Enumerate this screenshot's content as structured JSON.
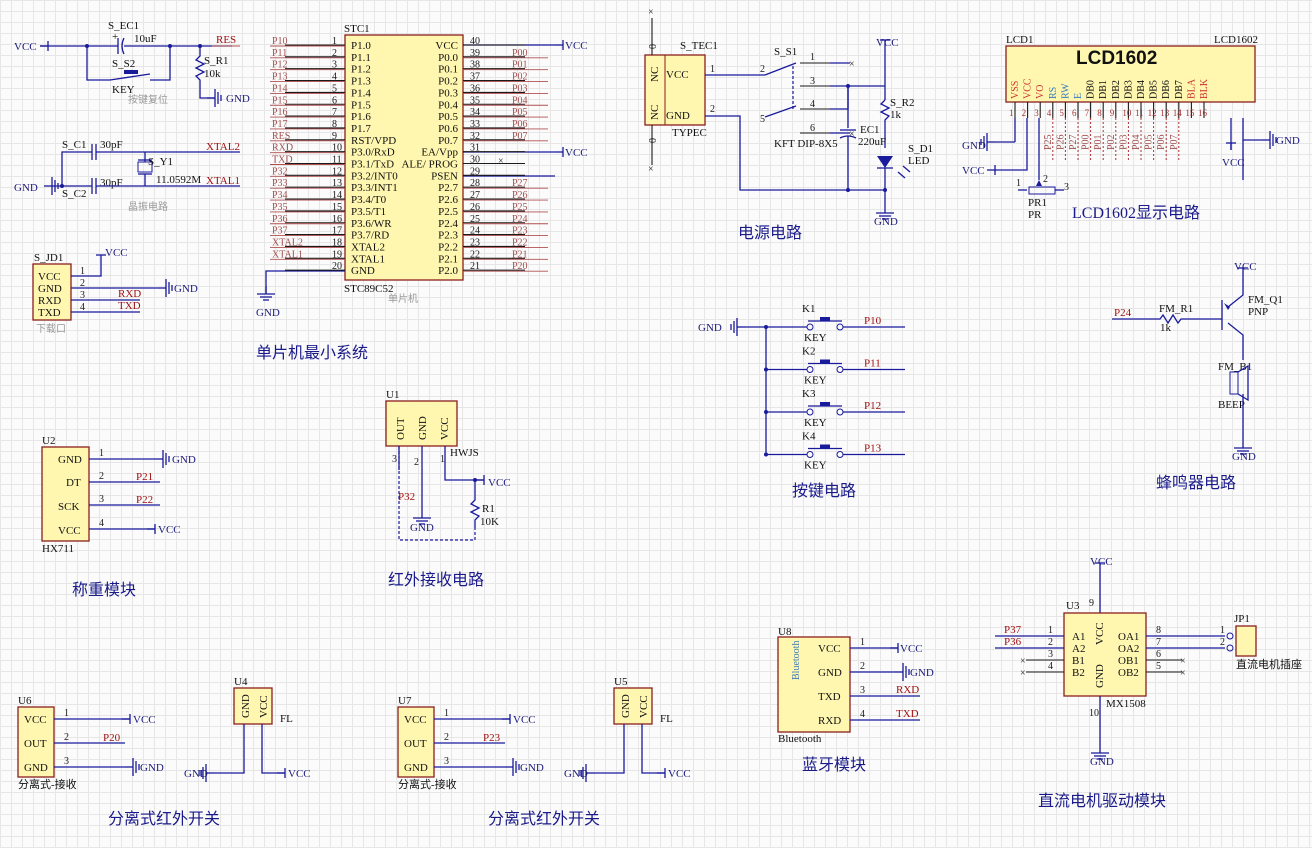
{
  "net": {
    "vcc": "VCC",
    "gnd": "GND",
    "res": "RES",
    "rxd": "RXD",
    "txd": "TXD",
    "xtal1": "XTAL1",
    "xtal2": "XTAL2",
    "p10": "P10",
    "p11": "P11",
    "p12": "P12",
    "p13": "P13",
    "p20": "P20",
    "p21": "P21",
    "p22": "P22",
    "p23": "P23",
    "p24": "P24",
    "p25": "P25",
    "p32": "P32",
    "p36": "P36",
    "p37": "P37"
  },
  "reset": {
    "cap_ref": "S_EC1",
    "cap_val": "10uF",
    "sw_ref": "S_S2",
    "sw_val": "KEY",
    "res_ref": "S_R1",
    "res_val": "10k",
    "caption": "按键复位"
  },
  "crystal": {
    "c1_ref": "S_C1",
    "c1_val": "30pF",
    "c2_ref": "S_C2",
    "c2_val": "30pF",
    "y_ref": "S_Y1",
    "y_val": "11.0592M",
    "caption": "晶振电路"
  },
  "download": {
    "ref": "S_JD1",
    "pins": [
      "VCC",
      "GND",
      "RXD",
      "TXD"
    ],
    "caption": "下载口"
  },
  "mcu": {
    "ref": "STC1",
    "part": "STC89C52",
    "caption": "单片机",
    "section": "单片机最小系统",
    "left_pins": [
      "P1.0",
      "P1.1",
      "P1.2",
      "P1.3",
      "P1.4",
      "P1.5",
      "P1.6",
      "P1.7",
      "RST/VPD",
      "P3.0/RxD",
      "P3.1/TxD",
      "P3.2/INT0",
      "P3.3/INT1",
      "P3.4/T0",
      "P3.5/T1",
      "P3.6/WR",
      "P3.7/RD",
      "XTAL2",
      "XTAL1",
      "GND"
    ],
    "left_nums": [
      "1",
      "2",
      "3",
      "4",
      "5",
      "6",
      "7",
      "8",
      "9",
      "10",
      "11",
      "12",
      "13",
      "14",
      "15",
      "16",
      "17",
      "18",
      "19",
      "20"
    ],
    "right_pins": [
      "VCC",
      "P0.0",
      "P0.1",
      "P0.2",
      "P0.3",
      "P0.4",
      "P0.5",
      "P0.6",
      "P0.7",
      "EA/Vpp",
      "ALE/ PROG",
      "PSEN",
      "P2.7",
      "P2.6",
      "P2.5",
      "P2.4",
      "P2.3",
      "P2.2",
      "P2.1",
      "P2.0"
    ],
    "right_nums": [
      "40",
      "39",
      "38",
      "37",
      "36",
      "35",
      "34",
      "33",
      "32",
      "31",
      "30",
      "29",
      "28",
      "27",
      "26",
      "25",
      "24",
      "23",
      "22",
      "21"
    ],
    "left_nets": [
      "P10",
      "P11",
      "P12",
      "P13",
      "P14",
      "P15",
      "P16",
      "P17",
      "RES",
      "RXD",
      "TXD",
      "P32",
      "P33",
      "P34",
      "P35",
      "P36",
      "P37",
      "XTAL2",
      "XTAL1",
      ""
    ],
    "right_nets": [
      "",
      "P00",
      "P01",
      "P02",
      "P03",
      "P04",
      "P05",
      "P06",
      "P07",
      "",
      "",
      "",
      "P27",
      "P26",
      "P25",
      "P24",
      "P23",
      "P22",
      "P21",
      "P20"
    ]
  },
  "power": {
    "conn_ref": "S_TEC1",
    "conn_part": "TYPEC",
    "conn_pins": [
      "VCC",
      "GND"
    ],
    "nc": "NC",
    "zero": "0",
    "sw_ref": "S_S1",
    "sw_part": "KFT DIP-8X5",
    "sw_nums": [
      "1",
      "2",
      "3",
      "4",
      "5",
      "6"
    ],
    "pin_nums": [
      "1",
      "2"
    ],
    "cap_ref": "EC1",
    "cap_val": "220uF",
    "res_ref": "S_R2",
    "res_val": "1k",
    "led_ref": "S_D1",
    "led_val": "LED",
    "caption": "电源电路"
  },
  "lcd": {
    "ref": "LCD1",
    "part": "LCD1602",
    "title": "LCD1602",
    "pins": [
      "VSS",
      "VCC",
      "VO",
      "RS",
      "RW",
      "E",
      "DB0",
      "DB1",
      "DB2",
      "DB3",
      "DB4",
      "DB5",
      "DB6",
      "DB7",
      "BLA",
      "BLK"
    ],
    "nums": [
      "1",
      "2",
      "3",
      "4",
      "5",
      "6",
      "7",
      "8",
      "9",
      "10",
      "11",
      "12",
      "13",
      "14",
      "15",
      "16"
    ],
    "nets": [
      "",
      "",
      "",
      "P25",
      "P26",
      "P27",
      "P00",
      "P01",
      "P02",
      "P03",
      "P04",
      "P05",
      "P06",
      "P07",
      "",
      ""
    ],
    "pot_ref": "PR1",
    "pot_val": "PR",
    "pot_nums": [
      "1",
      "2",
      "3"
    ],
    "caption": "LCD1602显示电路"
  },
  "keys": {
    "items": [
      {
        "ref": "K1",
        "val": "KEY",
        "net": "P10"
      },
      {
        "ref": "K2",
        "val": "KEY",
        "net": "P11"
      },
      {
        "ref": "K3",
        "val": "KEY",
        "net": "P12"
      },
      {
        "ref": "K4",
        "val": "KEY",
        "net": "P13"
      }
    ],
    "caption": "按键电路"
  },
  "buzzer": {
    "q_ref": "FM_Q1",
    "q_val": "PNP",
    "r_ref": "FM_R1",
    "r_val": "1k",
    "b_ref": "FM_B1",
    "b_val": "BEEP",
    "caption": "蜂鸣器电路"
  },
  "hx711": {
    "ref": "U2",
    "part": "HX711",
    "pins": [
      "GND",
      "DT",
      "SCK",
      "VCC"
    ],
    "nums": [
      "1",
      "2",
      "3",
      "4"
    ],
    "caption": "称重模块"
  },
  "ir": {
    "ref": "U1",
    "part": "HWJS",
    "pins": [
      "OUT",
      "GND",
      "VCC"
    ],
    "nums": [
      "3",
      "2",
      "1"
    ],
    "r_ref": "R1",
    "r_val": "10K",
    "caption": "红外接收电路"
  },
  "bt": {
    "ref": "U8",
    "part": "Bluetooth",
    "body": "Bluetooth",
    "pins": [
      "VCC",
      "GND",
      "TXD",
      "RXD"
    ],
    "nums": [
      "1",
      "2",
      "3",
      "4"
    ],
    "caption": "蓝牙模块"
  },
  "motor": {
    "ref": "U3",
    "part": "MX1508",
    "pins_l": [
      "A1",
      "A2",
      "B1",
      "B2"
    ],
    "pins_r": [
      "OA1",
      "OA2",
      "OB1",
      "OB2"
    ],
    "nums_l": [
      "1",
      "2",
      "3",
      "4"
    ],
    "nums_r": [
      "8",
      "7",
      "6",
      "5"
    ],
    "vcc_pin": "VCC",
    "gnd_pin": "GND",
    "n9": "9",
    "n10": "10",
    "jp_ref": "JP1",
    "jp_val": "直流电机插座",
    "jp_nums": [
      "1",
      "2"
    ],
    "caption": "直流电机驱动模块"
  },
  "ir_sw1": {
    "rx_ref": "U6",
    "rx_part": "分离式-接收",
    "rx_pins": [
      "VCC",
      "OUT",
      "GND"
    ],
    "tx_ref": "U4",
    "tx_part": "FL",
    "tx_pins": [
      "GND",
      "VCC"
    ],
    "caption": "分离式红外开关"
  },
  "ir_sw2": {
    "rx_ref": "U7",
    "rx_part": "分离式-接收",
    "rx_pins": [
      "VCC",
      "OUT",
      "GND"
    ],
    "tx_ref": "U5",
    "tx_part": "FL",
    "tx_pins": [
      "GND",
      "VCC"
    ],
    "caption": "分离式红外开关"
  }
}
